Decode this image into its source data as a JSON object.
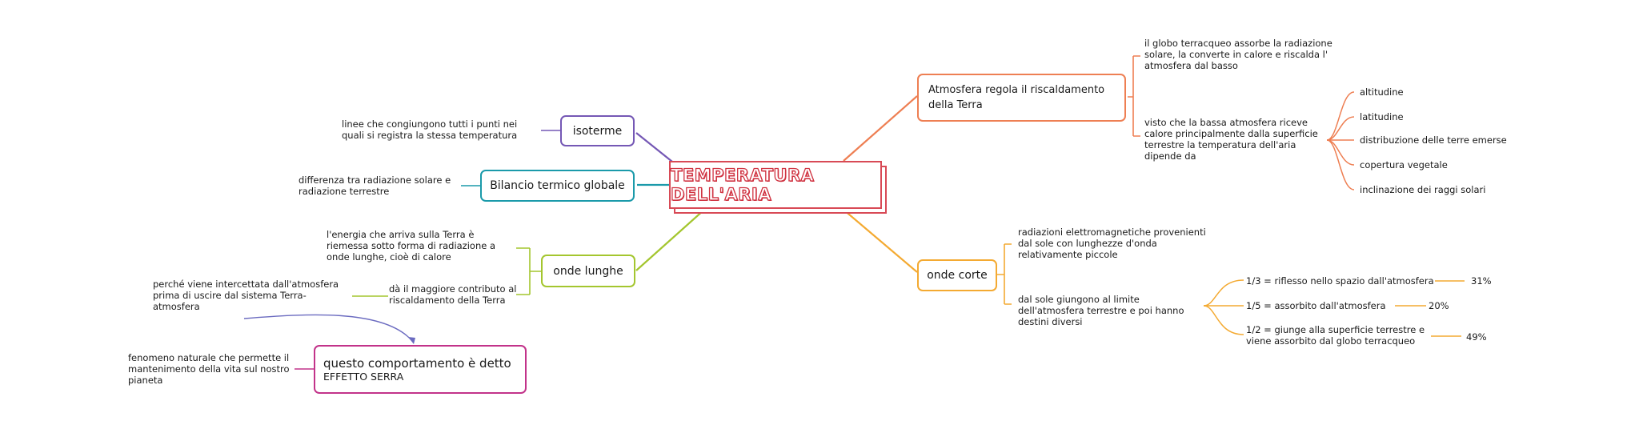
{
  "colors": {
    "center": "#d84a56",
    "isoterme": "#7558b5",
    "bilancio": "#1b9aaa",
    "onde_lunghe": "#a4c62f",
    "effetto_serra": "#c2338a",
    "atmosfera": "#ee7f53",
    "onde_corte": "#f4aa32"
  },
  "center": {
    "title": "TEMPERATURA DELL'ARIA"
  },
  "left": {
    "isoterme": {
      "label": "isoterme",
      "note": "linee che congiungono tutti i punti nei quali si registra la stessa temperatura"
    },
    "bilancio": {
      "label": "Bilancio termico globale",
      "note": "differenza tra radiazione solare e radiazione terrestre"
    },
    "onde_lunghe": {
      "label": "onde lunghe",
      "note1": "l'energia che arriva sulla Terra è riemessa sotto forma di radiazione a onde lunghe, cioè di calore",
      "note2": "dà il maggiore contributo al riscaldamento della Terra",
      "note3": "perché viene intercettata dall'atmosfera prima di uscire dal sistema Terra-atmosfera"
    },
    "effetto_serra": {
      "line1": "questo comportamento è detto",
      "line2": "EFFETTO SERRA",
      "note": "fenomeno naturale che permette il mantenimento della vita sul nostro pianeta"
    }
  },
  "right": {
    "atmosfera": {
      "label": "Atmosfera regola il riscaldamento della Terra",
      "note1": "il globo terracqueo assorbe la radiazione solare, la converte in calore e riscalda l' atmosfera dal basso",
      "note2": "visto che la bassa atmosfera riceve calore principalmente dalla superficie terrestre la temperatura dell'aria dipende da",
      "factors": [
        "altitudine",
        "latitudine",
        "distribuzione delle terre emerse",
        "copertura vegetale",
        "inclinazione dei raggi solari"
      ]
    },
    "onde_corte": {
      "label": "onde corte",
      "note1": "radiazioni elettromagnetiche provenienti dal sole con lunghezze d'onda relativamente piccole",
      "note2": "dal sole giungono al limite dell'atmosfera terrestre e poi hanno destini diversi",
      "destini": [
        {
          "text": "1/3 = riflesso nello spazio dall'atmosfera",
          "pct": "31%"
        },
        {
          "text": "1/5 = assorbito dall'atmosfera",
          "pct": "20%"
        },
        {
          "text": "1/2 = giunge alla superficie terrestre e viene assorbito dal globo terracqueo",
          "pct": "49%"
        }
      ]
    }
  }
}
